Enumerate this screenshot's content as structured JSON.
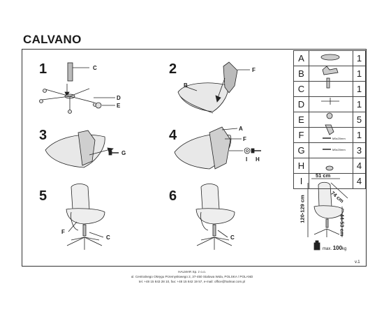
{
  "title": "CALVANO",
  "steps": [
    "1",
    "2",
    "3",
    "4",
    "5",
    "6"
  ],
  "callouts": {
    "s1": [
      "C",
      "D",
      "E"
    ],
    "s2": [
      "B",
      "F"
    ],
    "s3": [
      "G"
    ],
    "s4": [
      "A",
      "F",
      "I",
      "H"
    ],
    "s5": [
      "F",
      "C"
    ],
    "s6": [
      "C"
    ]
  },
  "parts": [
    {
      "letter": "A",
      "qty": "1"
    },
    {
      "letter": "B",
      "qty": "1"
    },
    {
      "letter": "C",
      "qty": "1"
    },
    {
      "letter": "D",
      "qty": "1"
    },
    {
      "letter": "E",
      "qty": "5"
    },
    {
      "letter": "F",
      "qty": "1"
    },
    {
      "letter": "G",
      "qty": "3"
    },
    {
      "letter": "H",
      "qty": "4"
    },
    {
      "letter": "I",
      "qty": "4"
    }
  ],
  "screw_sizes": {
    "g": "M5x20mm",
    "h": "M5x20mm"
  },
  "dimensions": {
    "width": "51 cm",
    "depth": "74 cm",
    "height": "120-129 cm",
    "seat_height": "44-53 cm",
    "max_load_prefix": "max.",
    "max_load_value": "100",
    "max_load_unit": "kg"
  },
  "version": "v.1",
  "footer": {
    "company": "HALMAR Sp. z o.o.",
    "address": "ul. Centralnego Okręgu Przemysłowego 2, 37-450 Stalowa Wola, POLSKA / POLAND",
    "contact": "tel. +48 15 843 28 10, fax: +48 15 842 19 57, e-mail: office@halmar.com.pl"
  }
}
